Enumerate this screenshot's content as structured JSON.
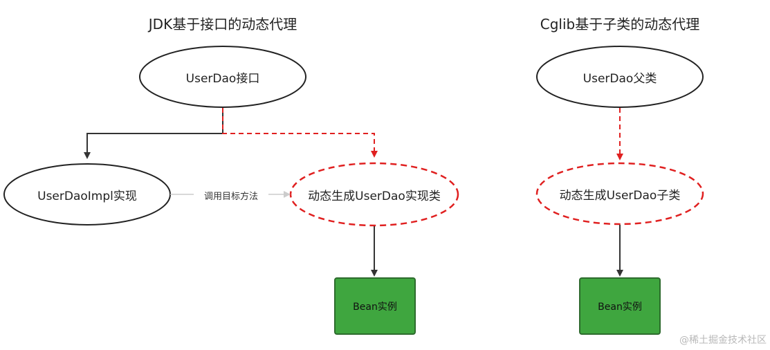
{
  "diagram": {
    "left": {
      "title": "JDK基于接口的动态代理",
      "interface_node": "UserDao接口",
      "impl_node": "UserDaoImpl实现",
      "proxy_node": "动态生成UserDao实现类",
      "edge_label": "调用目标方法",
      "bean_node": "Bean实例"
    },
    "right": {
      "title": "Cglib基于子类的动态代理",
      "parent_node": "UserDao父类",
      "proxy_node": "动态生成UserDao子类",
      "bean_node": "Bean实例"
    }
  },
  "watermark": "@稀土掘金技术社区",
  "colors": {
    "solid_edge": "#333333",
    "dashed_edge": "#e02020",
    "light_edge": "#cccccc",
    "bean_fill": "#3fa63f",
    "bean_border": "#2d6b2d"
  }
}
